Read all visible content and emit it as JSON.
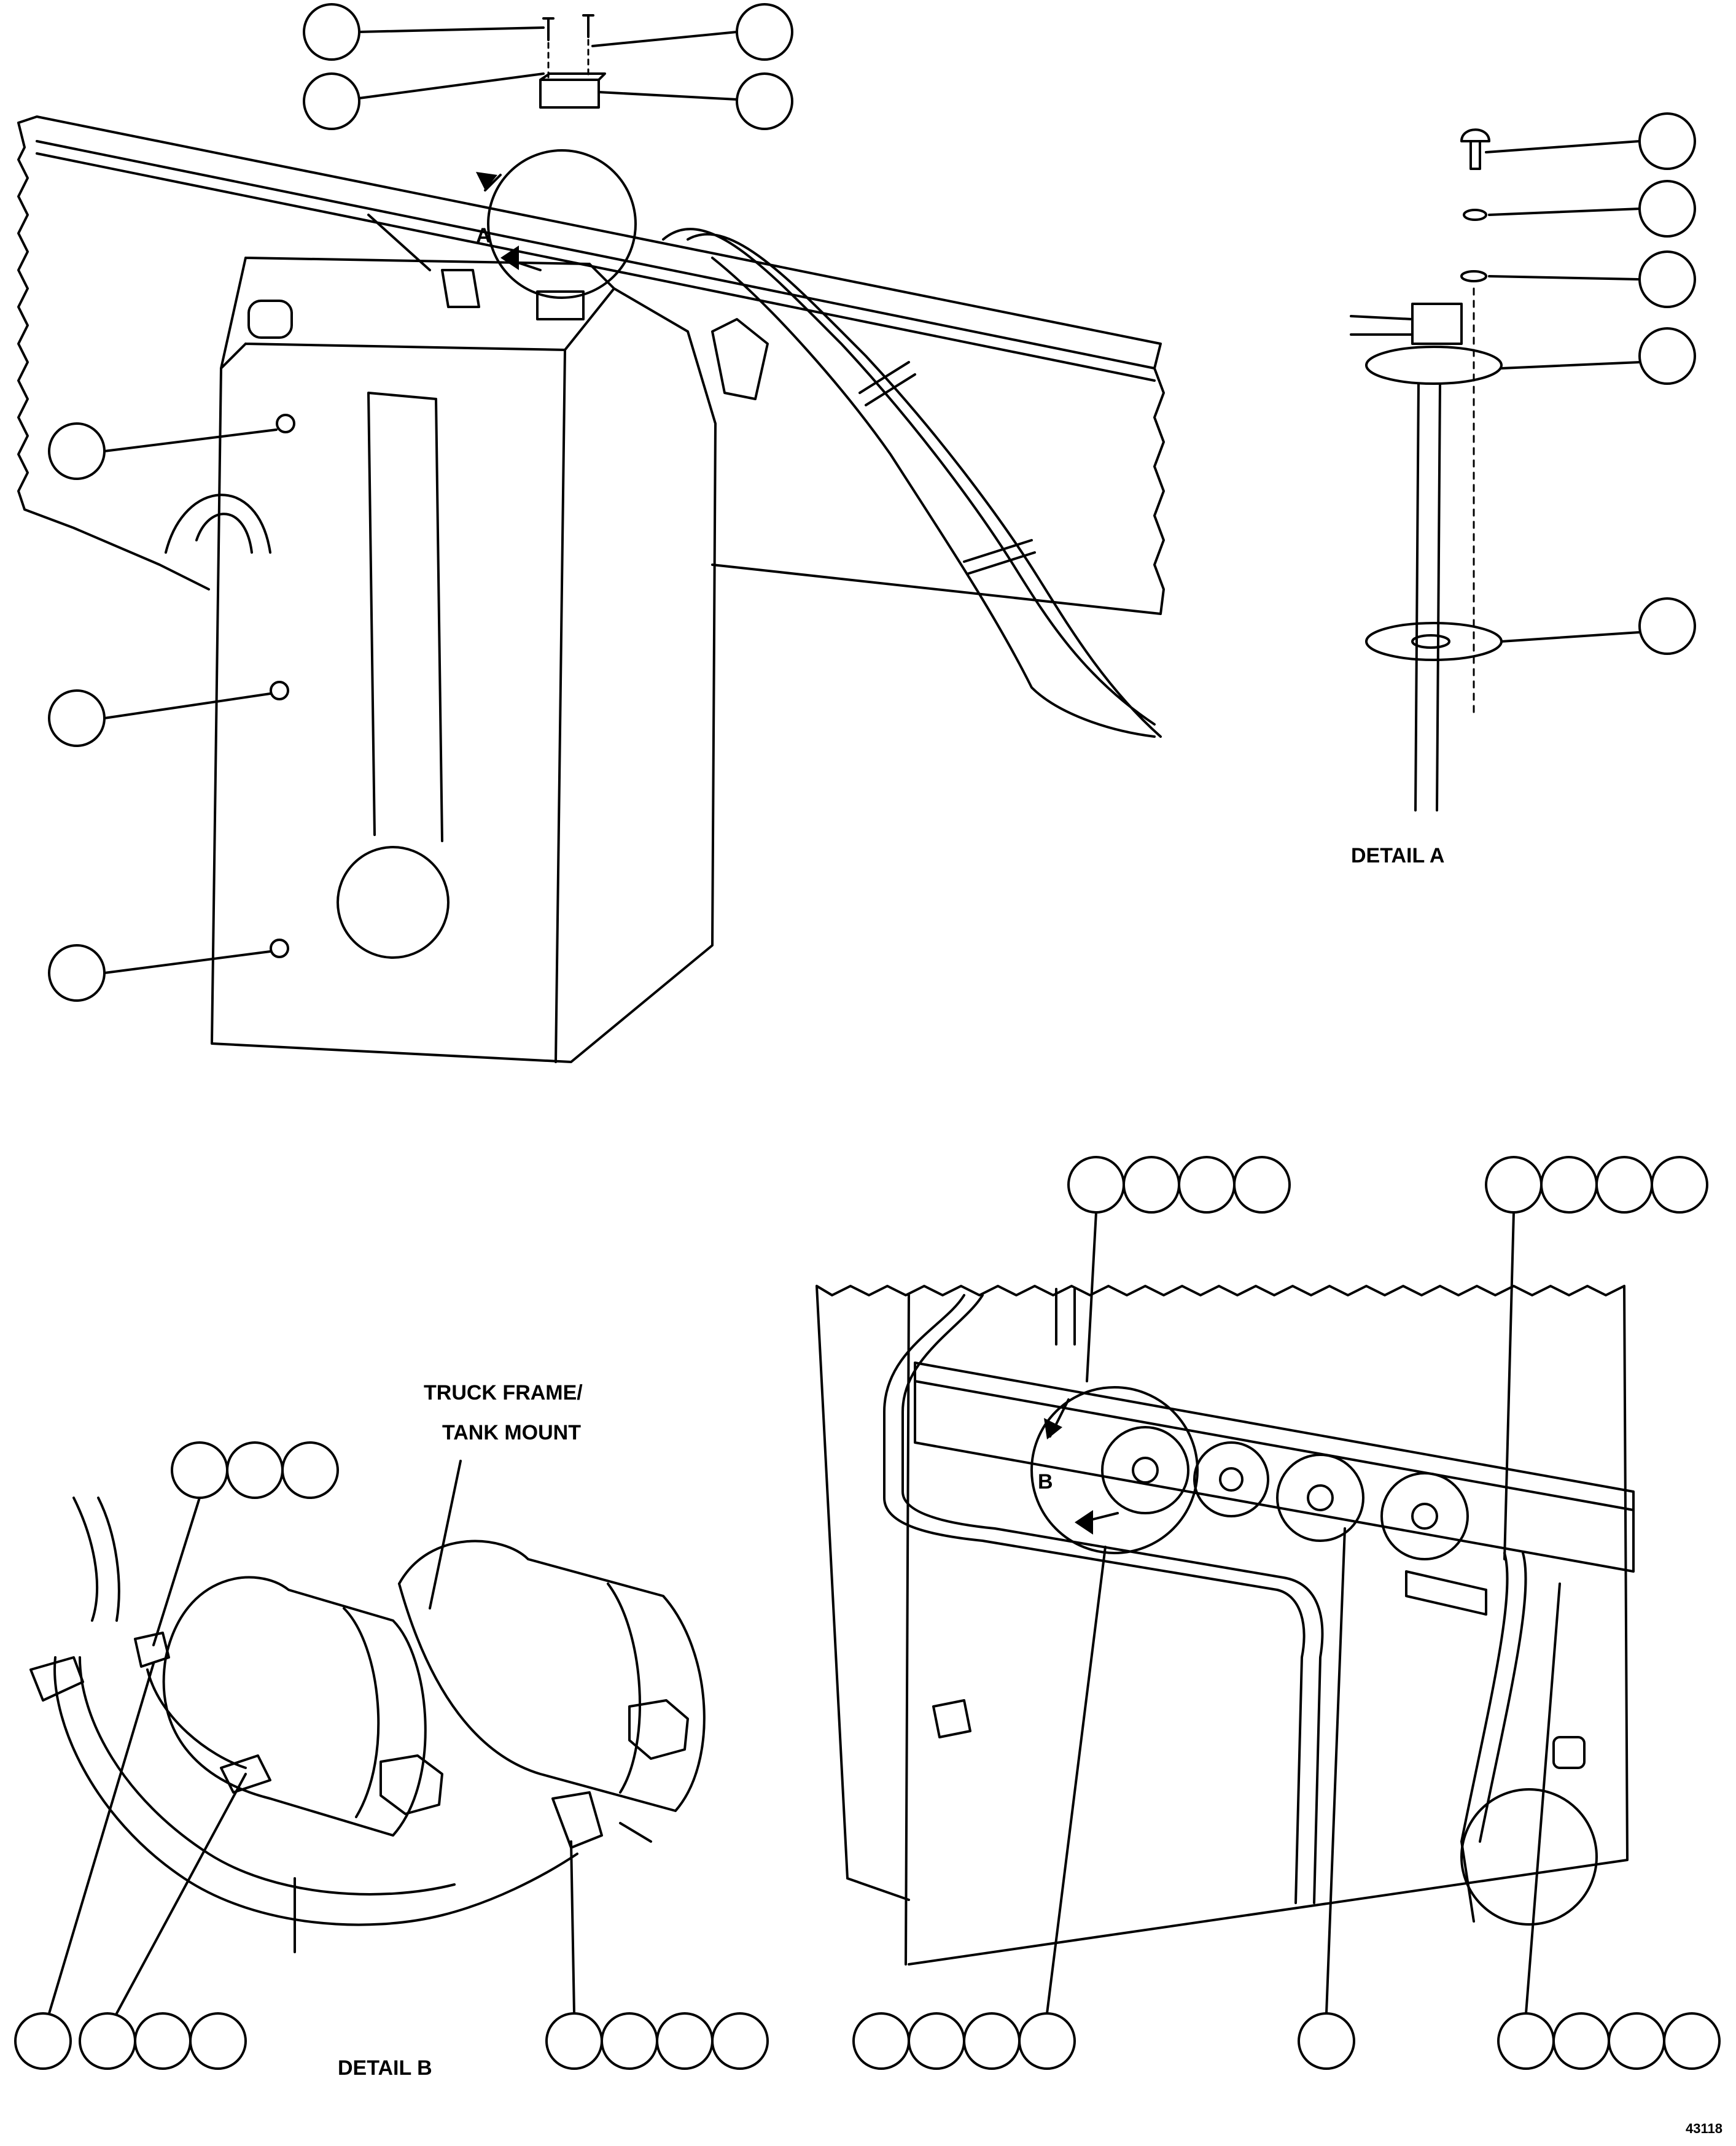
{
  "labels": {
    "detail_a_marker": "A",
    "detail_b_marker": "B",
    "detail_a_caption": "DETAIL A",
    "detail_b_caption": "DETAIL B",
    "truck_frame_line1": "TRUCK FRAME/",
    "truck_frame_line2": "TANK MOUNT",
    "drawing_number": "43118"
  },
  "colors": {
    "line": "#000000",
    "paper": "#ffffff"
  }
}
